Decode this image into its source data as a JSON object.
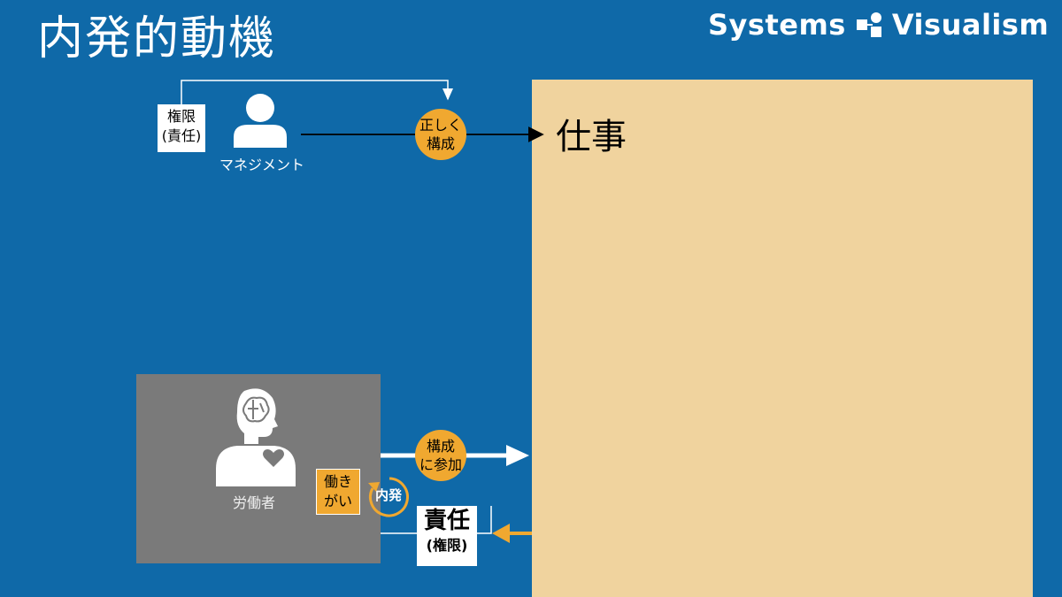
{
  "title": "内発的動機",
  "brand": {
    "left_word": "Systems",
    "right_word": "Visualism",
    "logo_icon": "systems-visualism-logo"
  },
  "colors": {
    "background": "#0f69a8",
    "work_panel": "#f0d39e",
    "accent": "#f0a830",
    "worker_box": "#7a7a7a"
  },
  "management": {
    "authority_line1": "権限",
    "authority_line2": "(責任)",
    "label": "マネジメント",
    "icon": "person-icon",
    "circle_line1": "正しく",
    "circle_line2": "構成"
  },
  "work": {
    "label": "仕事"
  },
  "worker": {
    "label": "労働者",
    "icon": "person-brain-heart-icon",
    "yarigai_line1": "働き",
    "yarigai_line2": "がい",
    "cycle_label": "内発",
    "circle_line1": "構成",
    "circle_line2": "に参加",
    "responsibility": "責任",
    "authority": "(権限)"
  }
}
